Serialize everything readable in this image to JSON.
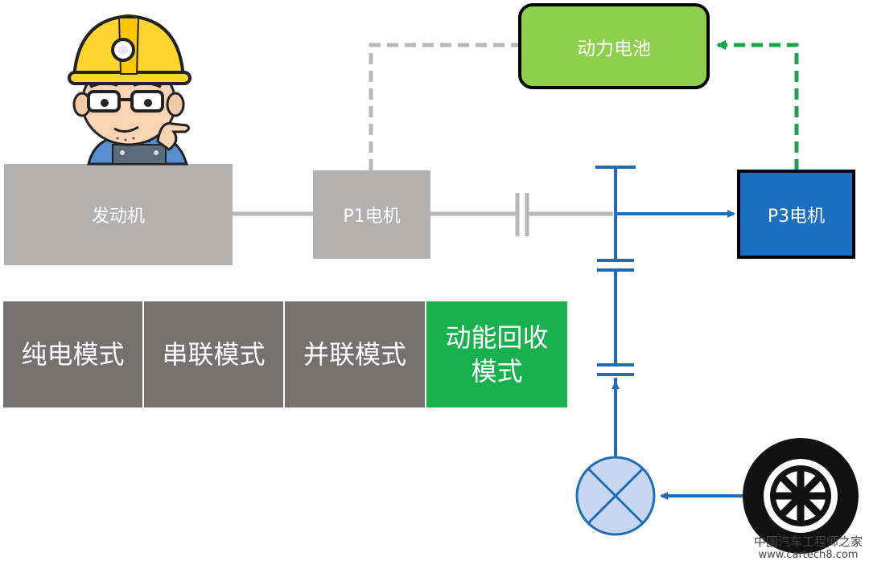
{
  "blocks": {
    "engine": "发动机",
    "p1_motor": "P1电机",
    "p3_motor": "P3电机",
    "battery": "动力电池"
  },
  "modes": [
    {
      "label": "纯电模式",
      "active": false
    },
    {
      "label": "串联模式",
      "active": false
    },
    {
      "label": "并联模式",
      "active": false
    },
    {
      "label": "动能回收模式",
      "active": true
    }
  ],
  "colors": {
    "gray_block": "#b3b0b0",
    "battery_fill": "#8cd04d",
    "p3_fill": "#1b6fc0",
    "blue_flow": "#1e6db8",
    "green_dashed": "#19a54c",
    "gray_line": "#b8b6b6",
    "mode_inactive": "#767171",
    "mode_active": "#19b14e"
  },
  "icons": {
    "mascot": "engineer-mascot-icon",
    "wheel": "wheel-icon",
    "differential": "differential-icon"
  },
  "watermark": {
    "name": "中国汽车工程师之家",
    "url": "www.cartech8.com"
  }
}
